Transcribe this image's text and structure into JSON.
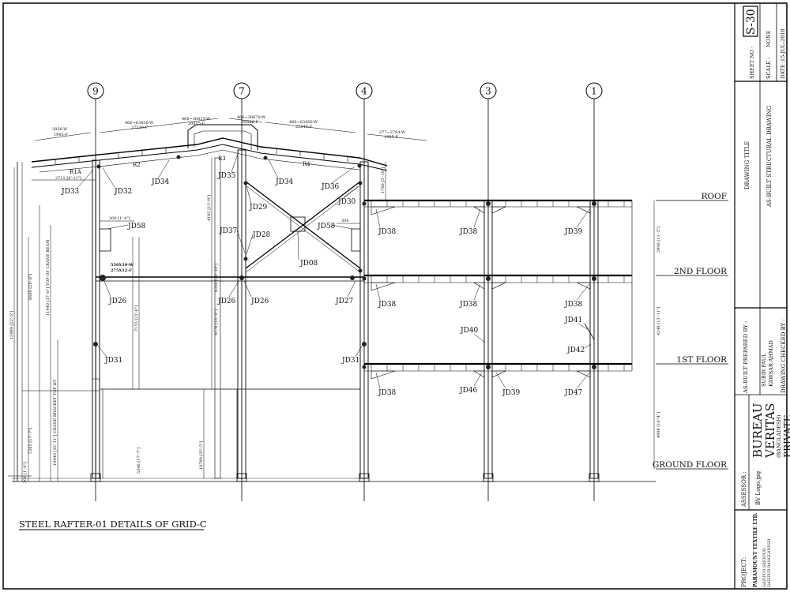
{
  "drawing_title_caption": "STEEL RAFTER-01 DETAILS OF GRID-C",
  "grid_labels": [
    "9",
    "7",
    "4",
    "3",
    "1"
  ],
  "levels": {
    "roof": "ROOF",
    "second_floor": "2ND FLOOR",
    "first_floor": "1ST FLOOR",
    "ground_floor": "GROUND FLOOR"
  },
  "rafter_labels": {
    "r1a": "R1A",
    "r2": "R2",
    "r3": "R3",
    "r4": "R4"
  },
  "joint_labels": {
    "jd32": "JD32",
    "jd33": "JD33",
    "jd34a": "JD34",
    "jd35": "JD35",
    "jd34b": "JD34",
    "jd36": "JD36",
    "jd29": "JD29",
    "jd30": "JD30",
    "jd58a": "JD58",
    "jd37": "JD37",
    "jd28": "JD28",
    "jd58b": "JD58",
    "jd08": "JD08",
    "jd26a": "JD26",
    "jd26b": "JD26",
    "jd26c": "JD26",
    "jd27": "JD27",
    "jd31a": "JD31",
    "jd31b": "JD31",
    "jd38a": "JD38",
    "jd38b": "JD38",
    "jd39a": "JD39",
    "jd38c": "JD38",
    "jd38d": "JD38",
    "jd38e": "JD38",
    "jd40": "JD40",
    "jd41": "JD41",
    "jd42": "JD42",
    "jd38f": "JD38",
    "jd46": "JD46",
    "jd39b": "JD39",
    "jd47": "JD47"
  },
  "section_labels": {
    "line1": "550X10-W",
    "line2": "275X12-F"
  },
  "dimension_texts": {
    "d1a": "2856-W",
    "d1b": "1985-F",
    "d2a": "466~63456-W",
    "d2b": "27520-F",
    "d2c": "466~36835-W",
    "d2d": "20815-F",
    "d3a": "466~38670-W",
    "d3b": "38868-F",
    "d4a": "466~63456-W",
    "d4b": "25546-F",
    "d5a": "277~2764-W",
    "d5b": "1985-F",
    "d6": "2711 [8'-11\"]",
    "d7": "300 [1'-0\"]",
    "d8": "300",
    "d9": "1766 [5'-10\"]",
    "d10": "4192 [13'-9\"]",
    "d11": "2900 [11'-5\"]",
    "d12": "4248 [13'-11\"]",
    "d13": "4998 [16'-4\"]",
    "d14": "7155 [23'-6\"]",
    "d15": "6356 [20'-10\"]",
    "d16": "4576 [15'-0\"]",
    "d17": "11440 [37'-6\"] TOP OF CRANE BEAM",
    "d18": "10940 [35'-11\"] CRANE BRACKET TOP HT",
    "d19": "8689 [28'-6\"]",
    "d20": "15989 [52'-5\"]",
    "d21": "5365 [17'-7\"]",
    "d22": "5346 [17'-7\"]",
    "d23": "10790 [35'-5\"]",
    "d24": "300 [1'-0\"]"
  },
  "title_block": {
    "sheet_no_label": "SHEET NO :",
    "sheet_no": "S-30",
    "scale_label": "SCALE :",
    "scale": "NONE",
    "date_label": "DATE :",
    "date": "15-JUL-2018",
    "drawing_title_label": "DRAWING TITLE",
    "drawing_title": "AS-BUILT STRUCTURAL DRAWING",
    "prepared_by_label": "AS-BUILT PREPARED BY :",
    "prepared_by_1": "SUBIR PAUL",
    "prepared_by_2": "KAWSAR AHMAD",
    "checked_by_label": "DRAWING CHECKED BY :",
    "assessor_label": "ASSESSOR :",
    "logo_word1": "BUREAU",
    "logo_word2": "VERITAS",
    "logo_word3": "(BANGLADESH)",
    "logo_word4": "PRIVATE",
    "logo_file": "BV Logo.jpg",
    "project_label": "PROJECT:",
    "project_name": "PARAMOUNT TEXTILE LTD.",
    "project_addr1": "GAZIPUR SREEPUR,",
    "project_addr2": "GAZIPUR BANGLADESH"
  }
}
